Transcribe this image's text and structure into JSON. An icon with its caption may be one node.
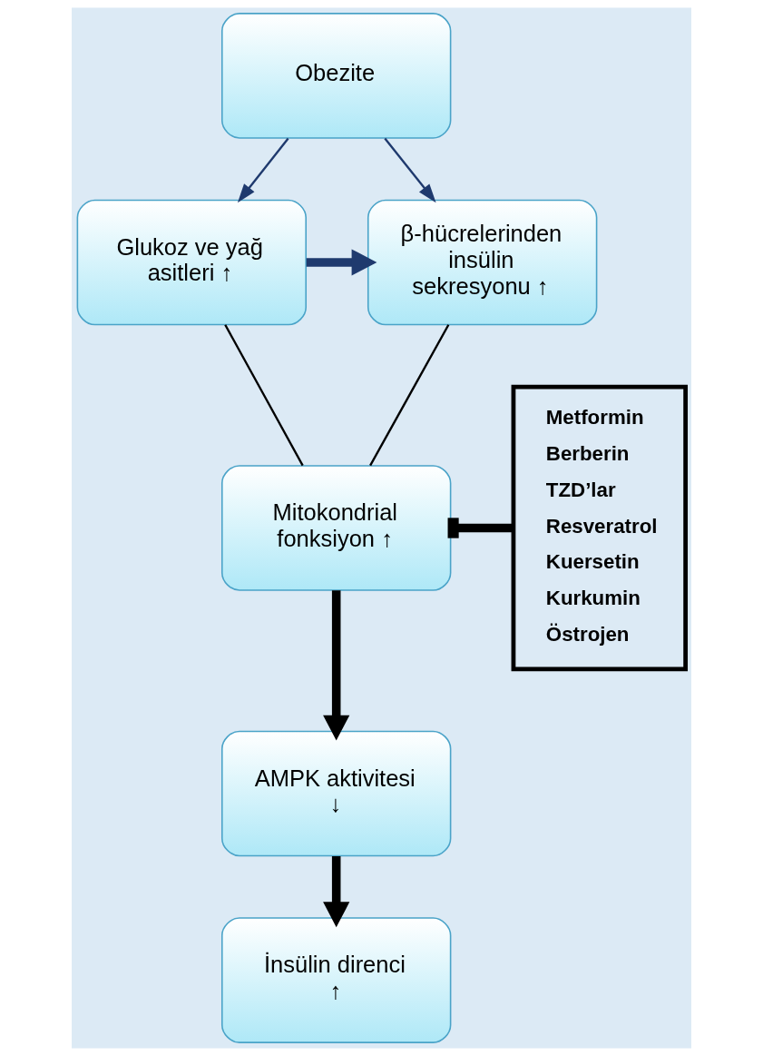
{
  "diagram": {
    "nodes": [
      {
        "text": [
          "Obezite"
        ]
      },
      {
        "text": [
          "Glukoz ve yağ asitleri ↑"
        ]
      },
      {
        "text": [
          "β-hücrelerinden insülin sekresyonu ↑"
        ]
      },
      {
        "text": [
          "Mitokondrial fonksiyon ↑"
        ]
      },
      {
        "text": [
          "AMPK aktivitesi ↓"
        ]
      },
      {
        "text": [
          "İnsülin direnci ↑"
        ]
      },
      {
        "text": [
          "Metformin",
          "Berberin",
          "TZD’lar",
          "Resveratrol",
          "Kuersetin",
          "Kurkumin",
          "Östrojen"
        ]
      }
    ],
    "edges": [
      {
        "from": 0,
        "to": 1,
        "arrow": "to",
        "color": "#1f3a6e"
      },
      {
        "from": 0,
        "to": 2,
        "arrow": "to",
        "color": "#1f3a6e"
      },
      {
        "from": 1,
        "to": 2,
        "arrow": "to",
        "color": "#1f3a6e",
        "style": "thick"
      },
      {
        "from": 1,
        "to": 3,
        "arrow": "none"
      },
      {
        "from": 2,
        "to": 3,
        "arrow": "none"
      },
      {
        "from": 3,
        "to": 4,
        "arrow": "to",
        "style": "thick"
      },
      {
        "from": 4,
        "to": 5,
        "arrow": "to",
        "style": "thick"
      },
      {
        "from": 6,
        "to": 3,
        "arrow": "other",
        "style": "thick"
      }
    ]
  }
}
